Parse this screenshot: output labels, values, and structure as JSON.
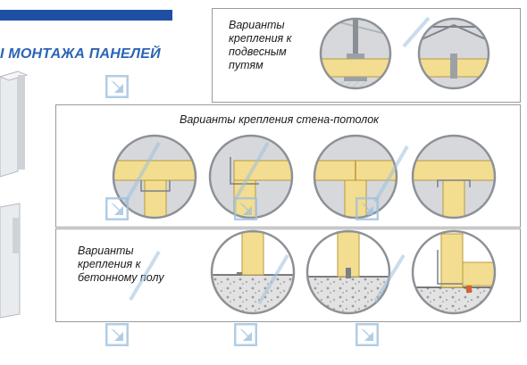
{
  "heading": "I МОНТАЖА ПАНЕЛЕЙ",
  "panels": {
    "ceiling": {
      "label_lines": [
        "Варианты",
        "крепления к",
        "подвесным",
        "путям"
      ]
    },
    "wall": {
      "label": "Варианты крепления стена-потолок"
    },
    "floor": {
      "label_lines": [
        "Варианты",
        "крепления к",
        "бетонному полу"
      ]
    }
  },
  "colors": {
    "accent": "#1f4fa3",
    "heading": "#2a64b5",
    "panel_core": "#f3dd90",
    "circle_bg": "#d6d8dc",
    "concrete": "#e4e4e4",
    "watermark": "#9fc1de"
  },
  "icons": [
    "arrow-corner-icon",
    "circle-detail-icon"
  ]
}
